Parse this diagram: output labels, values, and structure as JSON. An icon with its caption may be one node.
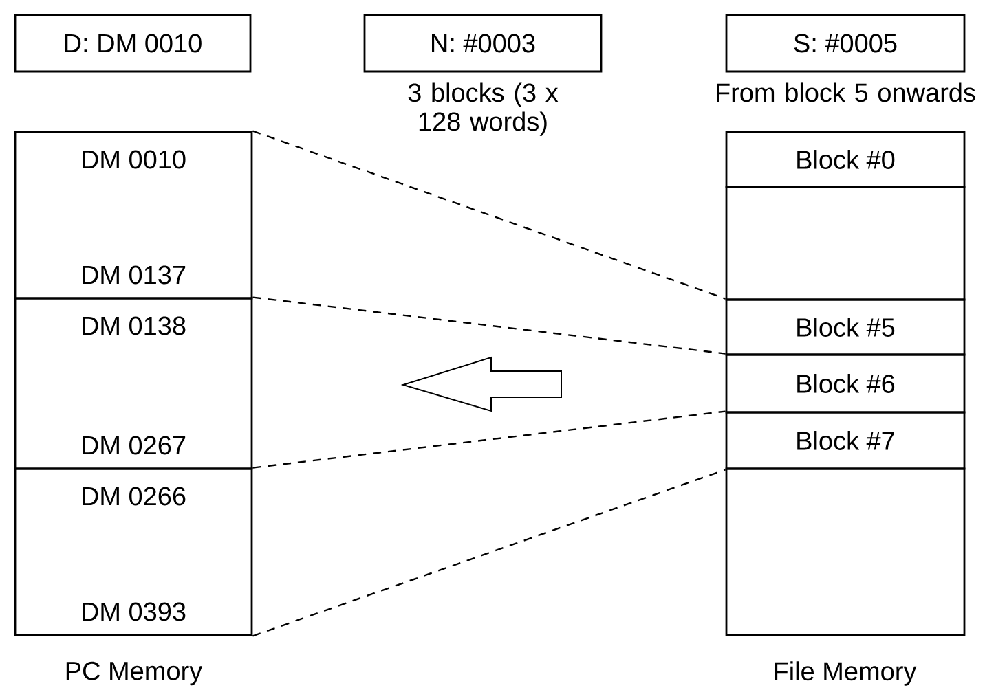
{
  "diagram": {
    "nodes": [
      {
        "text": [
          "D: DM 0010"
        ]
      },
      {
        "text": [
          "N: #0003"
        ],
        "beside": [
          "3 blocks (3 x 128 words)"
        ]
      },
      {
        "text": [
          "S: #0005"
        ],
        "beside": [
          "From block 5 onwards"
        ]
      },
      {
        "text": [
          "DM 0010",
          "DM 0137"
        ]
      },
      {
        "text": [
          "DM 0138",
          "DM 0267"
        ]
      },
      {
        "text": [
          "DM 0266",
          "DM 0393"
        ]
      },
      {
        "text": [
          "Block #0"
        ]
      },
      {
        "text": [],
        "shape": "box"
      },
      {
        "text": [
          "Block #5"
        ]
      },
      {
        "text": [
          "Block #6"
        ]
      },
      {
        "text": [
          "Block #7"
        ]
      },
      {
        "text": [],
        "shape": "box"
      }
    ],
    "edges": [
      {
        "from": 3,
        "to": 8,
        "arrow": "none",
        "style": "dashed"
      },
      {
        "from": 4,
        "to": 9,
        "arrow": "none",
        "style": "dashed"
      },
      {
        "from": 5,
        "to": 10,
        "arrow": "none",
        "style": "dashed"
      },
      {
        "from": 5,
        "to": 10,
        "arrow": "none",
        "style": "dashed"
      }
    ],
    "labels": [
      "PC Memory",
      "File Memory"
    ]
  }
}
